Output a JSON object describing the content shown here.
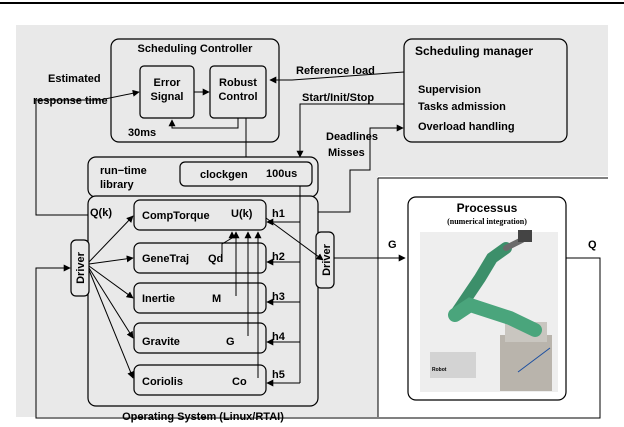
{
  "scheduling_controller": {
    "title": "Scheduling Controller",
    "error_signal": [
      "Error",
      "Signal"
    ],
    "robust_control": [
      "Robust",
      "Control"
    ],
    "period": "30ms"
  },
  "scheduling_manager": {
    "title": "Scheduling manager",
    "items": [
      "Supervision",
      "Tasks admission",
      "Overload handling"
    ]
  },
  "labels": {
    "estimated": "Estimated",
    "response_time": "response time",
    "reference_load": "Reference load",
    "start_init_stop": "Start/Init/Stop",
    "deadlines": "Deadlines",
    "misses": "Misses",
    "run_time": "run−time",
    "library": "library",
    "clockgen": "clockgen",
    "clock_period": "100us",
    "qk": "Q(k)",
    "uk": "U(k)",
    "qd": "Qd",
    "m": "M",
    "g_inner": "G",
    "co": "Co",
    "g_out": "G",
    "q_out": "Q",
    "os": "Operating System (Linux/RTAI)"
  },
  "drivers": {
    "left": "Driver",
    "right": "Driver"
  },
  "tasks": [
    "CompTorque",
    "GeneTraj",
    "Inertie",
    "Gravite",
    "Coriolis"
  ],
  "handlers": [
    "h1",
    "h2",
    "h3",
    "h4",
    "h5"
  ],
  "processus": {
    "title": "Processus",
    "subtitle": "(numerical integration)",
    "photo_caption": "Robot"
  }
}
